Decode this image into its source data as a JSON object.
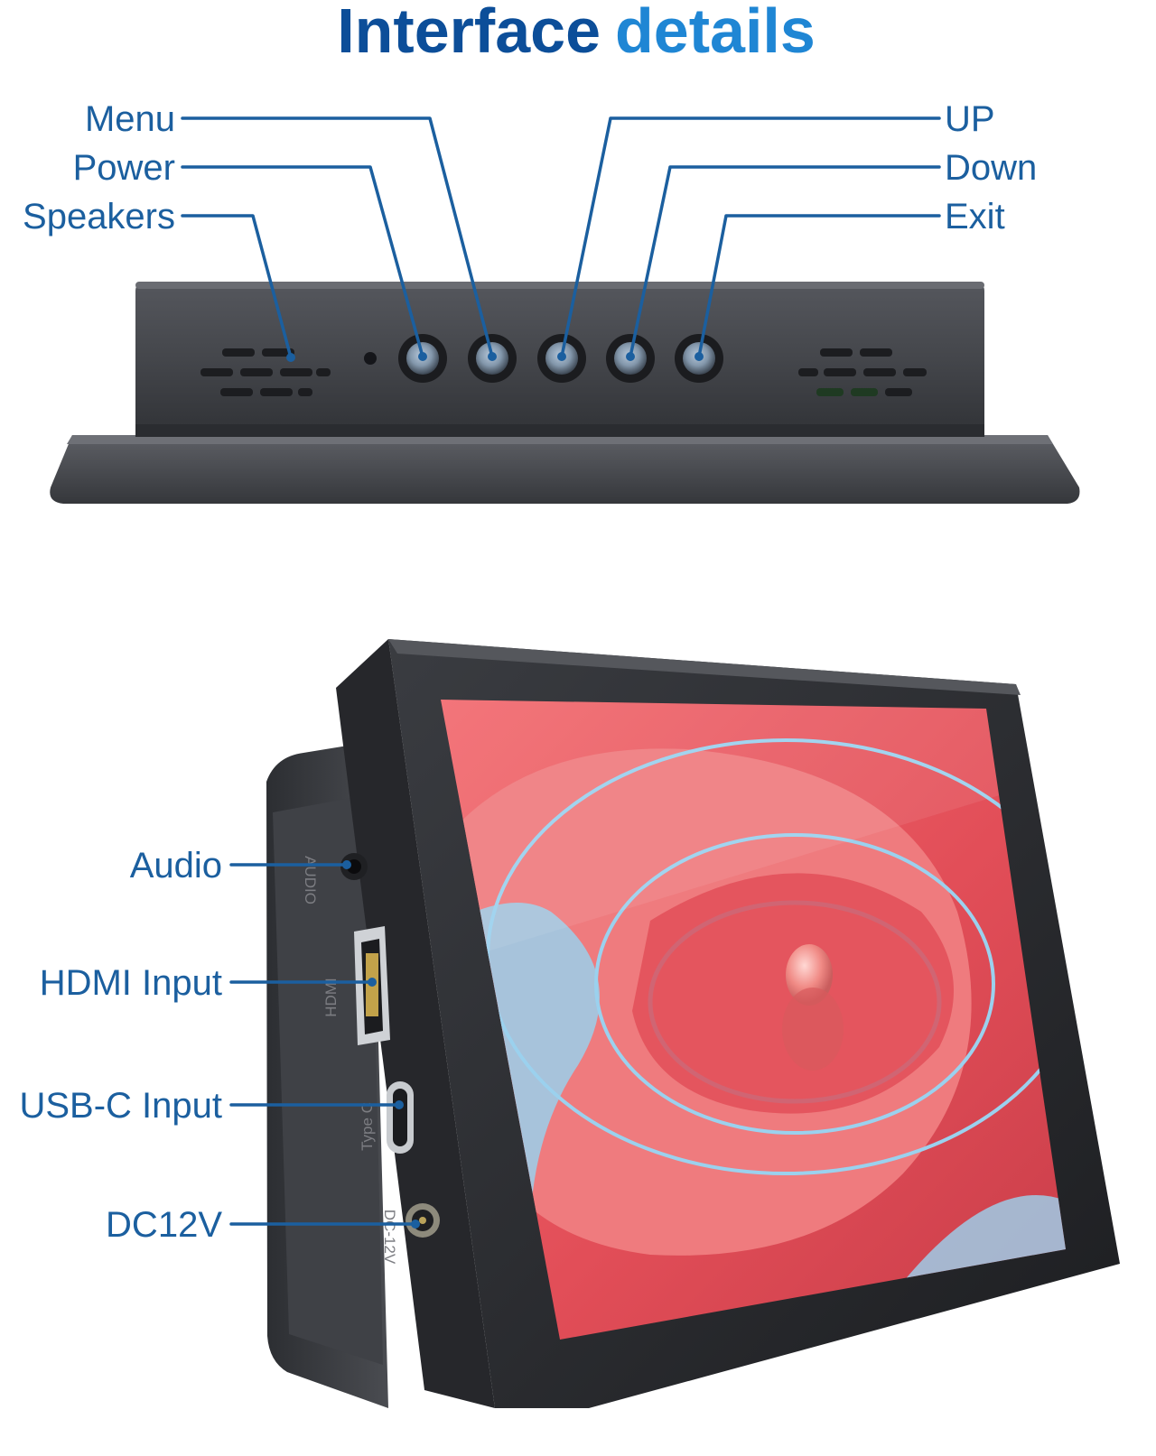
{
  "title": {
    "word1": "Interface",
    "word2": "details"
  },
  "colors": {
    "title_dark": "#0c4e99",
    "title_light": "#1f86d4",
    "label": "#1b5f9f",
    "leader_line": "#1b5f9f",
    "device_body": "#3b3d42",
    "screen_red": "#ea5b63"
  },
  "top_panel": {
    "labels_left": [
      "Menu",
      "Power",
      "Speakers"
    ],
    "labels_right": [
      "UP",
      "Down",
      "Exit"
    ]
  },
  "side_panel": {
    "labels": [
      "Audio",
      "HDMI Input",
      "USB-C Input",
      "DC12V"
    ],
    "port_printing": [
      "AUDIO",
      "HDMI",
      "Type C",
      "DC-12V"
    ]
  }
}
